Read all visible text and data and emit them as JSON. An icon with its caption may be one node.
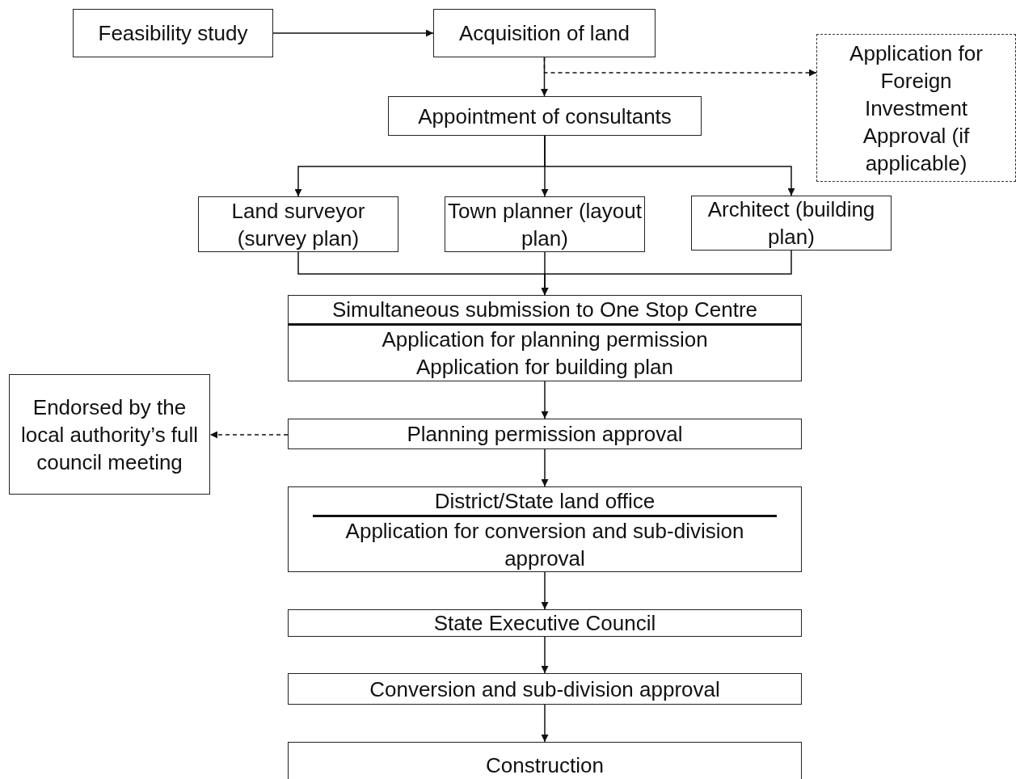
{
  "diagram": {
    "nodes": [
      {
        "text": [
          "Feasibility study"
        ]
      },
      {
        "text": [
          "Acquisition of land"
        ]
      },
      {
        "text": [
          "Application for Foreign Investment Approval (if applicable)"
        ]
      },
      {
        "text": [
          "Appointment of consultants"
        ]
      },
      {
        "text": [
          "Land surveyor (survey plan)"
        ]
      },
      {
        "text": [
          "Town planner (layout plan)"
        ]
      },
      {
        "text": [
          "Architect (building plan)"
        ]
      },
      {
        "text": [
          "Simultaneous submission to One Stop Centre",
          "Application for planning permission",
          "Application for building plan"
        ]
      },
      {
        "text": [
          "Endorsed by the local authority’s full council meeting"
        ]
      },
      {
        "text": [
          "Planning permission approval"
        ]
      },
      {
        "text": [
          "District/State land office",
          "Application for conversion and sub-division approval"
        ]
      },
      {
        "text": [
          "State Executive Council"
        ]
      },
      {
        "text": [
          "Conversion and sub-division approval"
        ]
      },
      {
        "text": [
          "Construction"
        ]
      }
    ],
    "edges": [
      {
        "from": 0,
        "to": 1,
        "arrow": "to"
      },
      {
        "from": 1,
        "to": 3,
        "arrow": "to"
      },
      {
        "from": 1,
        "to": 2,
        "arrow": "to",
        "style": "dashed"
      },
      {
        "from": 3,
        "to": 4,
        "arrow": "to"
      },
      {
        "from": 3,
        "to": 5,
        "arrow": "to"
      },
      {
        "from": 3,
        "to": 6,
        "arrow": "to"
      },
      {
        "from": 4,
        "to": 7,
        "arrow": "to"
      },
      {
        "from": 5,
        "to": 7,
        "arrow": "to"
      },
      {
        "from": 6,
        "to": 7,
        "arrow": "to"
      },
      {
        "from": 7,
        "to": 9,
        "arrow": "to"
      },
      {
        "from": 9,
        "to": 8,
        "arrow": "to",
        "style": "dashed"
      },
      {
        "from": 9,
        "to": 10,
        "arrow": "to"
      },
      {
        "from": 10,
        "to": 11,
        "arrow": "to"
      },
      {
        "from": 11,
        "to": 12,
        "arrow": "to"
      },
      {
        "from": 12,
        "to": 13,
        "arrow": "to"
      }
    ]
  }
}
